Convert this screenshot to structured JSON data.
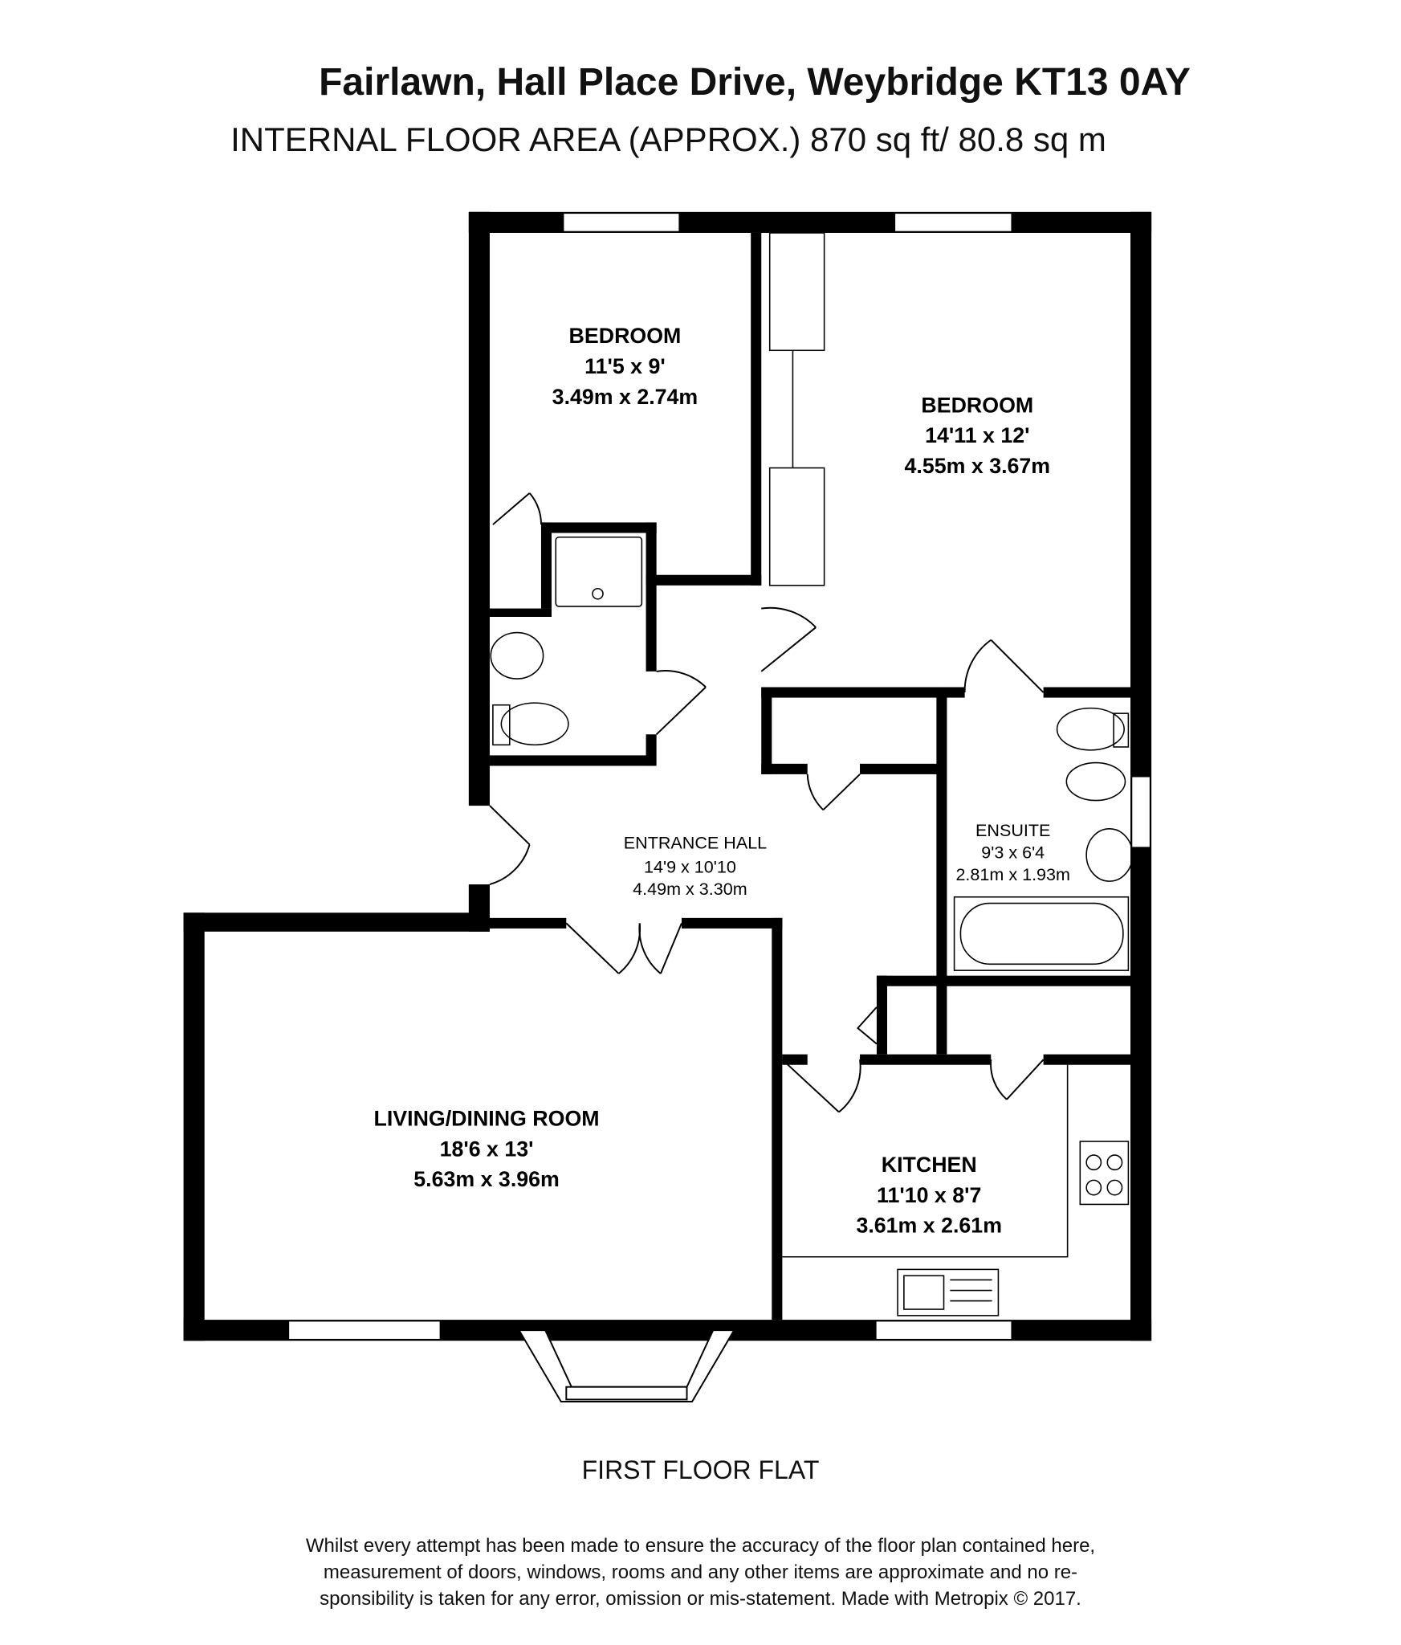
{
  "header": {
    "title": "Fairlawn, Hall Place Drive, Weybridge KT13 0AY",
    "subtitle": "INTERNAL FLOOR AREA (APPROX.) 870 sq ft/ 80.8 sq m"
  },
  "rooms": [
    {
      "name": "BEDROOM",
      "imperial": "11'5 x 9'",
      "metric": "3.49m x 2.74m"
    },
    {
      "name": "BEDROOM",
      "imperial": "14'11 x 12'",
      "metric": "4.55m x 3.67m"
    },
    {
      "name": "ENTRANCE HALL",
      "imperial": "14'9 x 10'10",
      "metric": "4.49m x 3.30m"
    },
    {
      "name": "ENSUITE",
      "imperial": "9'3 x 6'4",
      "metric": "2.81m x 1.93m"
    },
    {
      "name": "LIVING/DINING ROOM",
      "imperial": "18'6 x 13'",
      "metric": "5.63m x 3.96m"
    },
    {
      "name": "KITCHEN",
      "imperial": "11'10 x 8'7",
      "metric": "3.61m x 2.61m"
    }
  ],
  "floor_label": "FIRST FLOOR FLAT",
  "disclaimer": [
    "Whilst every attempt has been made to ensure the accuracy of the floor plan contained here,",
    "measurement of doors, windows, rooms and any other items are approximate and no re-",
    "sponsibility is taken for any error, omission or mis-statement. Made with Metropix © 2017."
  ]
}
